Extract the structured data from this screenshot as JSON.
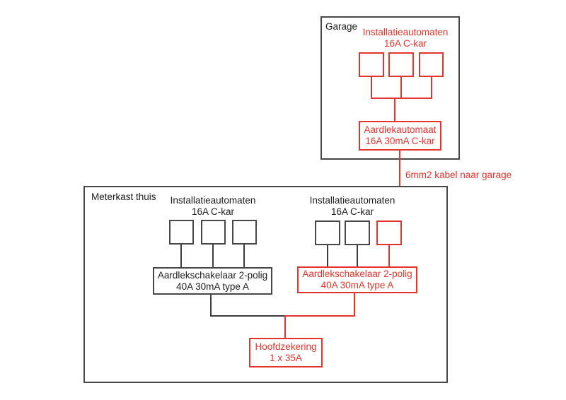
{
  "colors": {
    "accent_red": "#e5342b",
    "line_dark": "#3c3c3c",
    "text_dark": "#1c1c1c",
    "background": "#ffffff"
  },
  "garage": {
    "title": "Garage",
    "group_label": {
      "line1": "Installatieautomaten",
      "line2": "16A C-kar"
    },
    "rcbo": {
      "line1": "Aardlekautomaat",
      "line2": "16A 30mA C-kar"
    }
  },
  "cable": {
    "label": "6mm2 kabel naar garage"
  },
  "meterkast": {
    "title": "Meterkast thuis",
    "left_group": {
      "label": {
        "line1": "Installatieautomaten",
        "line2": "16A C-kar"
      },
      "rcd": {
        "line1": "Aardlekschakelaar 2-polig",
        "line2": "40A 30mA type A"
      }
    },
    "right_group": {
      "label": {
        "line1": "Installatieautomaten",
        "line2": "16A C-kar"
      },
      "rcd": {
        "line1": "Aardlekschakelaar 2-polig",
        "line2": "40A 30mA type A"
      }
    },
    "main_fuse": {
      "line1": "Hoofdzekering",
      "line2": "1 x 35A"
    }
  }
}
